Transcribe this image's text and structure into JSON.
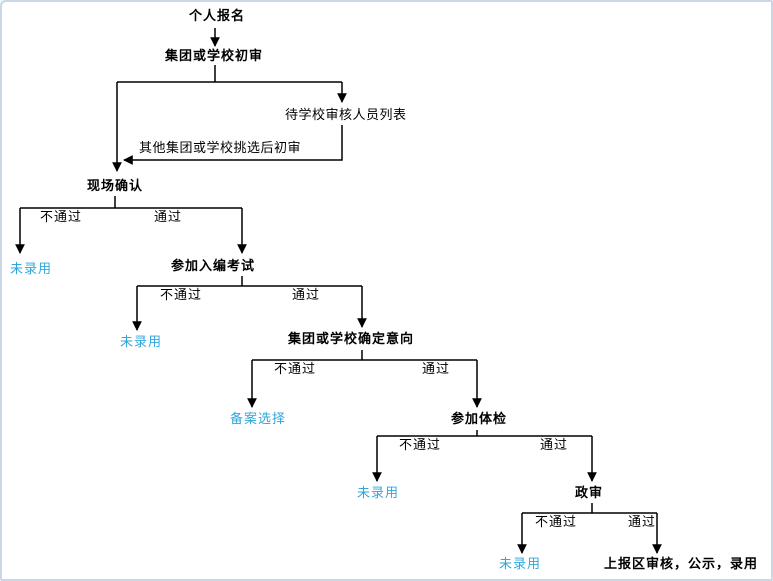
{
  "flowchart": {
    "nodes": {
      "apply": "个人报名",
      "initial_review": "集团或学校初审",
      "pending_list": "待学校审核人员列表",
      "reselect_note": "其他集团或学校挑选后初审",
      "onsite_confirm": "现场确认",
      "staffing_exam": "参加入编考试",
      "confirm_intention": "集团或学校确定意向",
      "physical_exam": "参加体检",
      "political_review": "政审",
      "final_step": "上报区审核，公示，录用"
    },
    "outcomes": {
      "not_hired": "未录用",
      "record_select": "备案选择"
    },
    "branch": {
      "fail": "不通过",
      "pass": "通过"
    },
    "colors": {
      "node_text": "#000000",
      "outcome_text": "#2FA6DB",
      "line": "#000000",
      "frame_border": "#c9d7e6"
    }
  }
}
